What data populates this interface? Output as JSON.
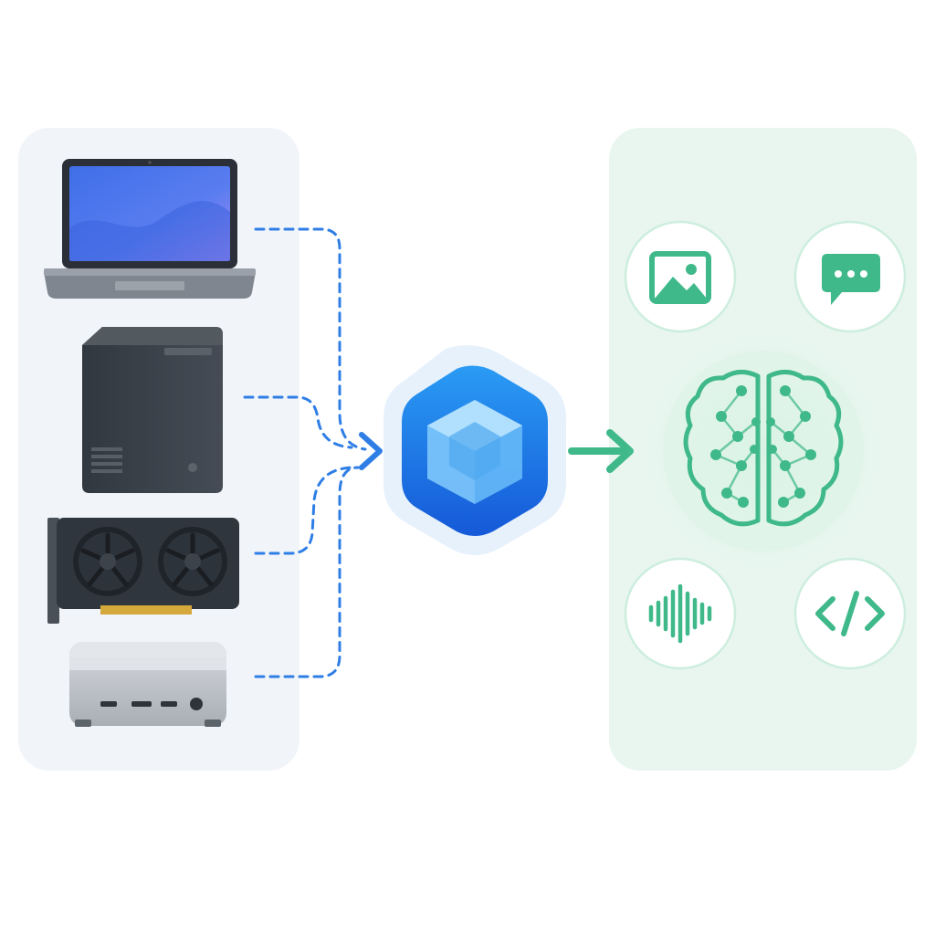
{
  "colors": {
    "left_panel_bg": "#f1f4f9",
    "right_panel_bg": "#e8f6ef",
    "connector_blue": "#2f7ee6",
    "hub_blue": "#1f86ee",
    "hub_blue_dark": "#1561da",
    "hub_halo": "#e4f0fd",
    "output_green": "#3fb98a",
    "output_green_light": "#d8f1e6"
  },
  "hardware_devices": [
    {
      "name": "laptop",
      "icon": "laptop-icon"
    },
    {
      "name": "desktop-tower",
      "icon": "desktop-tower-icon"
    },
    {
      "name": "graphics-card",
      "icon": "gpu-icon"
    },
    {
      "name": "mini-pc",
      "icon": "mini-pc-icon"
    }
  ],
  "hub": {
    "icon": "cube-icon"
  },
  "outputs": [
    {
      "name": "image",
      "icon": "image-icon"
    },
    {
      "name": "chat",
      "icon": "chat-bubble-icon"
    },
    {
      "name": "audio",
      "icon": "audio-waveform-icon"
    },
    {
      "name": "code",
      "icon": "code-icon"
    }
  ],
  "center_output": {
    "icon": "brain-network-icon"
  }
}
